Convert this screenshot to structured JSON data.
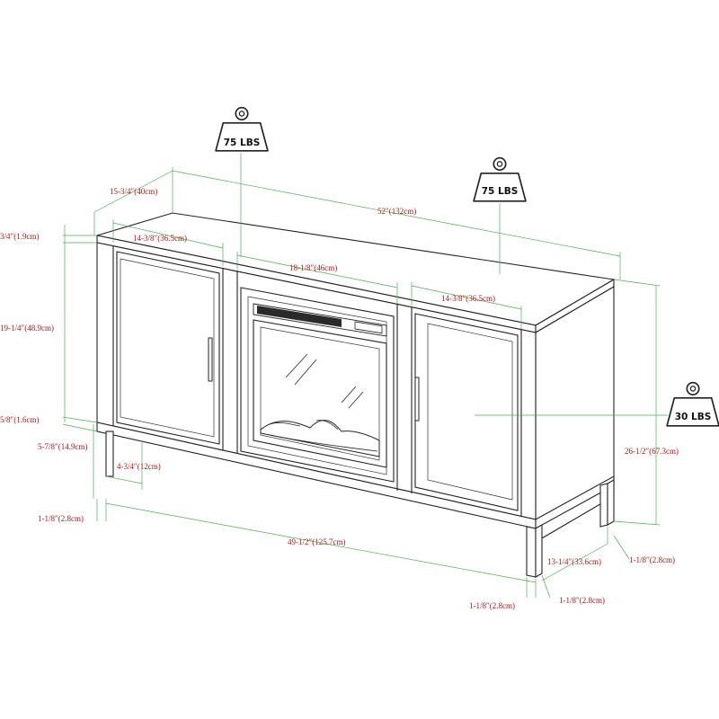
{
  "weights": {
    "top_center": "75 LBS",
    "top_right": "75 LBS",
    "shelf_right": "30 LBS"
  },
  "dimensions": {
    "depth_top": "15-3/4″(40cm)",
    "width_total": "52″(132cm)",
    "top_thickness": "3/4″(1.9cm)",
    "door_left_width": "14-3/8″(36.5cm)",
    "fireplace_width": "18-1/8″(46cm)",
    "door_right_width": "14-3/8″(36.5cm)",
    "cabinet_height": "19-1/4″(48.9cm)",
    "bottom_thickness": "5/8″(1.6cm)",
    "leg_height": "5-7/8″(14.9cm)",
    "leg_inset": "4-3/4″(12cm)",
    "leg_left_size": "1-1/8″(2.8cm)",
    "leg_span": "49-1/2″(125.7cm)",
    "total_height": "26-1/2″(67.3cm)",
    "leg_depth_span": "13-1/4″(33.6cm)",
    "leg_right_size": "1-1/8″(2.8cm)",
    "leg_front_a": "1-1/8″(2.8cm)",
    "leg_front_b": "1-1/8″(2.8cm)"
  },
  "colors": {
    "dimension_text": "#b01818",
    "dimension_line": "#4caf50",
    "outline": "#222222"
  },
  "icons": {
    "weight": "weight-icon"
  }
}
